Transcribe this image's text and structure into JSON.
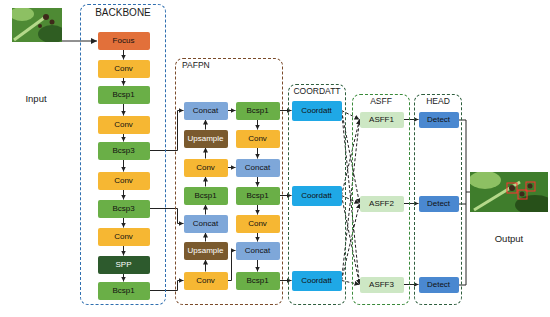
{
  "diagram": {
    "nodes": [
      {
        "text": [
          "BACKBONE"
        ]
      },
      {
        "text": [
          "Focus"
        ],
        "in": 0
      },
      {
        "text": [
          "Conv"
        ],
        "in": 0
      },
      {
        "text": [
          "Bcsp1"
        ],
        "in": 0
      },
      {
        "text": [
          "Conv"
        ],
        "in": 0
      },
      {
        "text": [
          "Bcsp3"
        ],
        "in": 0
      },
      {
        "text": [
          "Conv"
        ],
        "in": 0
      },
      {
        "text": [
          "Bcsp3"
        ],
        "in": 0
      },
      {
        "text": [
          "Conv"
        ],
        "in": 0
      },
      {
        "text": [
          "SPP"
        ],
        "in": 0
      },
      {
        "text": [
          "Bcsp1"
        ],
        "in": 0
      },
      {
        "text": [
          "PAFPN"
        ]
      },
      {
        "text": [
          "Concat"
        ],
        "in": 11
      },
      {
        "text": [
          "Bcsp1"
        ],
        "in": 11
      },
      {
        "text": [
          "Upsample"
        ],
        "in": 11
      },
      {
        "text": [
          "Conv"
        ],
        "in": 11
      },
      {
        "text": [
          "Conv"
        ],
        "in": 11
      },
      {
        "text": [
          "Concat"
        ],
        "in": 11
      },
      {
        "text": [
          "Bcsp1"
        ],
        "in": 11
      },
      {
        "text": [
          "Bcsp1"
        ],
        "in": 11
      },
      {
        "text": [
          "Concat"
        ],
        "in": 11
      },
      {
        "text": [
          "Conv"
        ],
        "in": 11
      },
      {
        "text": [
          "Upsample"
        ],
        "in": 11
      },
      {
        "text": [
          "Concat"
        ],
        "in": 11
      },
      {
        "text": [
          "Conv"
        ],
        "in": 11
      },
      {
        "text": [
          "Bcsp1"
        ],
        "in": 11
      },
      {
        "text": [
          "COORDATT"
        ]
      },
      {
        "text": [
          "Coordatt"
        ],
        "in": 26
      },
      {
        "text": [
          "Coordatt"
        ],
        "in": 26
      },
      {
        "text": [
          "Coordatt"
        ],
        "in": 26
      },
      {
        "text": [
          "ASFF"
        ]
      },
      {
        "text": [
          "ASFF1"
        ],
        "in": 30
      },
      {
        "text": [
          "ASFF2"
        ],
        "in": 30
      },
      {
        "text": [
          "ASFF3"
        ],
        "in": 30
      },
      {
        "text": [
          "HEAD"
        ]
      },
      {
        "text": [
          "Detect"
        ],
        "in": 34
      },
      {
        "text": [
          "Detect"
        ],
        "in": 34
      },
      {
        "text": [
          "Detect"
        ],
        "in": 34
      }
    ],
    "edges": [
      {
        "from": 1,
        "to": 2,
        "arrow": "to"
      },
      {
        "from": 2,
        "to": 3,
        "arrow": "to"
      },
      {
        "from": 3,
        "to": 4,
        "arrow": "to"
      },
      {
        "from": 4,
        "to": 5,
        "arrow": "to"
      },
      {
        "from": 5,
        "to": 6,
        "arrow": "to"
      },
      {
        "from": 6,
        "to": 7,
        "arrow": "to"
      },
      {
        "from": 7,
        "to": 8,
        "arrow": "to"
      },
      {
        "from": 8,
        "to": 9,
        "arrow": "to"
      },
      {
        "from": 9,
        "to": 10,
        "arrow": "to"
      },
      {
        "from": 5,
        "to": 12,
        "arrow": "to"
      },
      {
        "from": 7,
        "to": 20,
        "arrow": "to"
      },
      {
        "from": 10,
        "to": 24,
        "arrow": "to"
      },
      {
        "from": 24,
        "to": 22,
        "arrow": "to"
      },
      {
        "from": 22,
        "to": 20,
        "arrow": "to"
      },
      {
        "from": 20,
        "to": 18,
        "arrow": "to"
      },
      {
        "from": 18,
        "to": 16,
        "arrow": "to"
      },
      {
        "from": 16,
        "to": 14,
        "arrow": "to"
      },
      {
        "from": 14,
        "to": 12,
        "arrow": "to"
      },
      {
        "from": 12,
        "to": 13,
        "arrow": "to"
      },
      {
        "from": 13,
        "to": 15,
        "arrow": "to"
      },
      {
        "from": 15,
        "to": 17,
        "arrow": "to"
      },
      {
        "from": 16,
        "to": 17,
        "arrow": "to"
      },
      {
        "from": 17,
        "to": 19,
        "arrow": "to"
      },
      {
        "from": 19,
        "to": 21,
        "arrow": "to"
      },
      {
        "from": 21,
        "to": 23,
        "arrow": "to"
      },
      {
        "from": 24,
        "to": 23,
        "arrow": "to"
      },
      {
        "from": 23,
        "to": 25,
        "arrow": "to"
      },
      {
        "from": 13,
        "to": 27,
        "arrow": "to"
      },
      {
        "from": 19,
        "to": 28,
        "arrow": "to"
      },
      {
        "from": 25,
        "to": 29,
        "arrow": "to"
      },
      {
        "from": 27,
        "to": 31,
        "arrow": "to"
      },
      {
        "from": 27,
        "to": 32,
        "arrow": "to"
      },
      {
        "from": 27,
        "to": 33,
        "arrow": "to"
      },
      {
        "from": 28,
        "to": 31,
        "arrow": "to"
      },
      {
        "from": 28,
        "to": 32,
        "arrow": "to"
      },
      {
        "from": 28,
        "to": 33,
        "arrow": "to"
      },
      {
        "from": 29,
        "to": 31,
        "arrow": "to"
      },
      {
        "from": 29,
        "to": 32,
        "arrow": "to"
      },
      {
        "from": 29,
        "to": 33,
        "arrow": "to"
      },
      {
        "from": 31,
        "to": 35,
        "arrow": "to"
      },
      {
        "from": 32,
        "to": 36,
        "arrow": "to"
      },
      {
        "from": 33,
        "to": 37,
        "arrow": "to"
      }
    ],
    "labels": [
      "Input",
      "Output"
    ]
  }
}
